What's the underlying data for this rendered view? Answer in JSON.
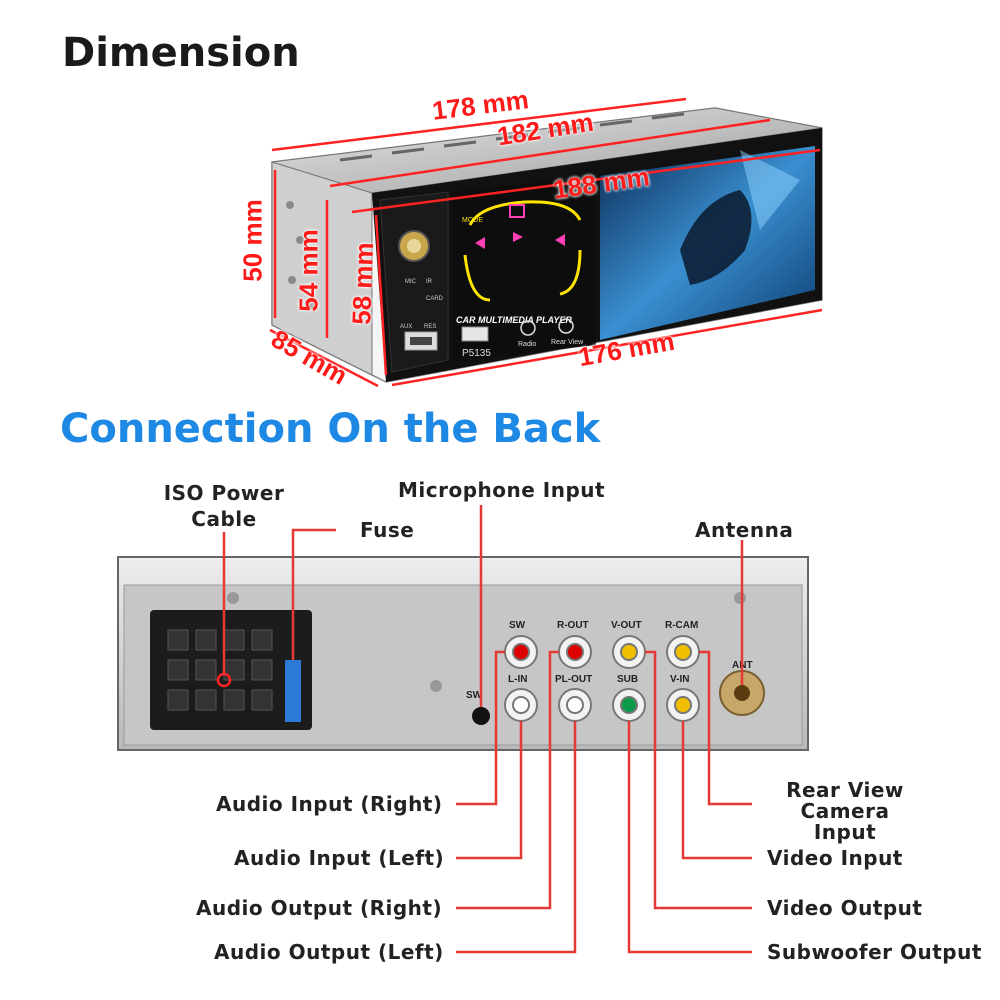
{
  "headings": {
    "dimension": "Dimension",
    "connection": "Connection On the Back"
  },
  "dimensions": {
    "top_depth": "178 mm",
    "top_mid": "182 mm",
    "top_front": "188 mm",
    "side_outer": "50 mm",
    "side_mid": "54 mm",
    "front_height": "58 mm",
    "depth": "85 mm",
    "front_width": "176 mm"
  },
  "device_front": {
    "title": "CAR MULTIMEDIA PLAYER",
    "model": "P5135",
    "mode": "MODE",
    "radio": "Radio",
    "rear_view": "Rear View",
    "mic": "MIC",
    "ir": "IR",
    "card": "CARD",
    "aux": "AUX",
    "res": "RES"
  },
  "back_panel_labels": {
    "sw": "SW",
    "r_out": "R-OUT",
    "v_out": "V-OUT",
    "r_cam": "R-CAM",
    "l_in": "L-IN",
    "pl_out": "PL-OUT",
    "sub": "SUB",
    "v_in": "V-IN",
    "ant": "ANT"
  },
  "connections": {
    "iso_power": "ISO Power\nCable",
    "fuse": "Fuse",
    "microphone": "Microphone Input",
    "antenna": "Antenna",
    "audio_in_right": "Audio Input (Right)",
    "audio_in_left": "Audio Input (Left)",
    "audio_out_right": "Audio Output (Right)",
    "audio_out_left": "Audio Output (Left)",
    "rear_view_camera": "Rear View\nCamera Input",
    "video_input": "Video Input",
    "video_output": "Video Output",
    "subwoofer_output": "Subwoofer Output"
  },
  "colors": {
    "accent_blue": "#1e88e5",
    "dimension_red": "#ff1a1a",
    "leader_red": "#e53935"
  }
}
